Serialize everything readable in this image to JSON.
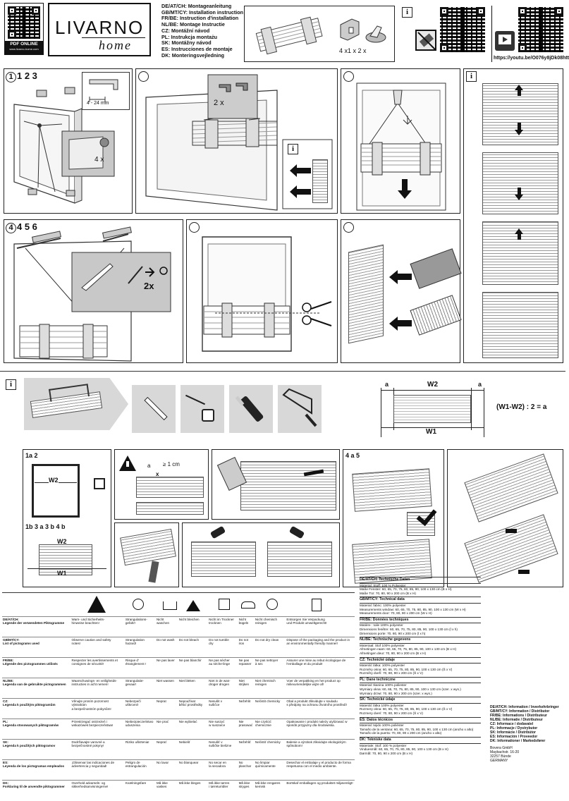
{
  "header": {
    "qr_caption": "PDF ONLINE",
    "qr_url": "www.livarno-home.com",
    "brand_top": "LIVARNO",
    "brand_bottom": "home",
    "languages": [
      "DE/AT/CH: Montageanleitung",
      "GB/MT/CY: Installation instruction",
      "FR/BE: Instruction d'installation",
      "NL/BE: Montage Instructie",
      "CZ: Montážní návod",
      "PL: Instrukcja montażu",
      "SK: Montážny návod",
      "ES: Instrucciones de montaje",
      "DK: Monteringsvejledning"
    ],
    "parts_count": "4 x1 x 2 x",
    "info_mark": "i",
    "youtube_url": "https://youtu.be/O076y8jDk08htt"
  },
  "steps": {
    "step1_label": "1 2 3",
    "dim_label": "4 - 24 mm",
    "count_4x": "4 x",
    "count_2x_a": "2 x",
    "step2_label": "4 5 6",
    "count_2x_b": "2x"
  },
  "measure": {
    "a_left": "a",
    "w2": "W2",
    "a_right": "a",
    "w1": "W1",
    "formula": "(W1-W2) : 2 = a"
  },
  "lower_steps": {
    "s1": "1a 2",
    "w2_label": "W2",
    "s2": "1b 3 a 3 b 4 b",
    "w2b": "W2",
    "w1b": "W1",
    "gap": "≥ 1 cm",
    "a_mark": "a",
    "x_mark": "x",
    "s3": "4 a 5"
  },
  "legend": {
    "rows": [
      {
        "label": "DE/AT/CH:\nLegende der verwendeten Piktogramme",
        "cells": [
          "Warn- und Sicherheits-\nhinweise beachten!",
          "Strangulations-\ngefahr!",
          "Nicht waschen",
          "Nicht bleichen",
          "Nicht im Trockner\ntrocknen",
          "Nicht\nbügeln",
          "Nicht chemisch\nreinigen",
          "Entsorgen Sie Verpackung\nund Produkt umweltgerecht!"
        ]
      },
      {
        "label": "GB/MT/CY:\nList of pictograms used",
        "cells": [
          "Observe caution and safety\nnotes!",
          "Strangulation\nhazard!",
          "Do not wash",
          "Do not bleach",
          "Do not tumble\ndry",
          "Do not iron",
          "Do not dry clean",
          "Dispose of the packaging and the product in\nan environmentally friendly manner!"
        ]
      },
      {
        "label": "FR/BE:\nLégende des pictogrammes utilisés",
        "cells": [
          "Respecter les avertissements et\nconsignes de sécurité!",
          "Risque d'\nétranglement !",
          "Ne pas laver",
          "Ne pas blanchir",
          "Ne pas sécher\nau sèche-linge",
          "Ne pas\nrepasser",
          "Ne pas nettoyer\nà sec",
          "Assurer une mise au rebut écologique de\nl'emballage et du produit!"
        ]
      },
      {
        "label": "NL/BE:\nLegenda van de gebruikte pictogrammen",
        "cells": [
          "Waarschuwings- en veiligheids-\ninstructies in acht nemen!",
          "Strangulatie-\ngevaar!",
          "Niet wassen",
          "Niet bleken",
          "Niet in de was-\ndroger drogen",
          "Niet\nstrijken",
          "Niet chemisch\nreinigen",
          "Voer de verpakking en het product op\nmilieuvriendelijke wijze af!"
        ]
      },
      {
        "label": "CZ:\nLegenda k použitým piktogramům",
        "cells": [
          "Věnujte prosím pozornost výstrahám\na bezpečnostním pokynům!",
          "Nebezpečí\nuškrcení!",
          "Neprat",
          "Nepoužívat\nbělicí prostředky",
          "Nesušit v\nsušičce",
          "Nežehlit",
          "Nečistit chemicky",
          "Obal a produkt zlikvidujte v souladu\ns předpisy na ochranu životního prostředí!"
        ]
      },
      {
        "label": "PL:\nLegenda stosowanych piktogramów",
        "cells": [
          "Przestrzegać ostrzeżeń i\nwskazówek bezpieczeństwa!",
          "Niebezpieczeństwo\nuduszenia",
          "Nie prać",
          "Nie wybielać",
          "Nie suszyć\nw suszarce",
          "Nie\nprasować",
          "Nie czyścić\nchemicznie",
          "Opakowanie i produkt należy utylizować w\nsposób przyjazny dla środowiska."
        ]
      },
      {
        "label": "SK:\nLegenda k použitých piktogramov",
        "cells": [
          "Dodržiavajte varovné a\nbezpečnostné pokyny!",
          "Riziko uškrtenia!",
          "Neprať",
          "Nebieliť",
          "Nesušiť v\nsušičke bielizne",
          "Nežehliť",
          "Nečistiť chemicky",
          "Balenie a výrobok zlikvidujte ekologickým\nspôsobom!"
        ]
      },
      {
        "label": "ES:\nLeyenda de los pictogramas empleados",
        "cells": [
          "¡Observar las indicaciones de\nadvertencia y seguridad!",
          "Peligro de\nestrangulación",
          "No lavar",
          "No blanquear",
          "No secar en\nla secadora",
          "No\nplanchar",
          "No limpiar\nquímicamente",
          "Desechar el embalaje y el producto de forma\nrespetuosa con el medio ambiente."
        ]
      },
      {
        "label": "DK:\nForklaring til de anvendte piktogrammer",
        "cells": [
          "Overhold advarsels- og\nsikkerhedsanvisningerne!",
          "Kvælningsfare",
          "Må ikke\nvaskes",
          "Må ikke bleges",
          "Må ikke tørres\ni tørretumbler",
          "Må ikke\nstryges",
          "Må ikke rengøres\nkemisk",
          "Bortskaf emballagen og produktet miljøvenligt!"
        ]
      }
    ]
  },
  "specs": [
    {
      "h": "DE/AT/CH: Technische Daten",
      "lines": [
        "Material: Stoff: 100 % Polyester",
        "Maße Fenster: 60, 65, 70, 75, 80, 85, 90, 100 x 130 cm (B x H)",
        "Maße Tür: 70, 80, 90 x 200 cm (B x H)"
      ]
    },
    {
      "h": "GB/MT/CY: Technical data",
      "lines": [
        "Material: fabric: 100% polyester",
        "Measurements window: 60, 65, 70, 75, 80, 85, 90, 100 x 130 cm (W x H)",
        "Measurements door: 70, 80, 90 x 200 cm (W x H)"
      ]
    },
    {
      "h": "FR/BE: Données techniques",
      "lines": [
        "Matière : toile 100% polyester",
        "Dimensions fenêtre: 60, 65, 70, 75, 80, 85, 90, 100 x 130 cm (l x h)",
        "Dimensions porte: 70, 80, 90 x 200 cm (l x h)"
      ]
    },
    {
      "h": "NL/BE: Technische gegevens",
      "lines": [
        "Materiaal: Stof 100% polyester",
        "Afmetingen raam: 60, 65, 70, 75, 80, 85, 90, 100 x 130 cm (B x H)",
        "Afmetingen deur: 70, 80, 90 x 200 cm (B x H)"
      ]
    },
    {
      "h": "CZ: Technické údaje",
      "lines": [
        "Materiál: látka: 100% polyester",
        "Rozměry okna: 60, 65, 70, 75, 80, 85, 90, 100 x 130 cm (Š x V)",
        "Rozměry dveří: 70, 80, 90 x 200 cm (Š x V)"
      ]
    },
    {
      "h": "PL: Dane techniczne",
      "lines": [
        "Materiał: tkanina 100% poliester",
        "Wymiary okna: 60, 65, 70, 75, 80, 85, 90, 100 x 130 cm (szer. x wys.)",
        "Wymiary drzwi: 70, 80, 90 x 200 cm (szer. x wys.)"
      ]
    },
    {
      "h": "SK: Technické údaje",
      "lines": [
        "Materiál: látka 100% polyester",
        "Rozmery okna: 60, 65, 70, 75, 80, 85, 90, 100 x 130 cm (Š x V)",
        "Rozmery dverí: 70, 80, 90 x 200 cm (Š x V)"
      ]
    },
    {
      "h": "ES: Datos técnicos",
      "lines": [
        "Material: tejido 100% poliéster",
        "Tamaño de la ventana: 60, 65, 70, 75, 80, 85, 90, 100 x 130 cm (ancho x alto)",
        "Tamaño de la puerta: 70, 80, 90 x 200 cm (ancho x alto)"
      ]
    },
    {
      "h": "DK: Tekniske data",
      "lines": [
        "Materiale: Stof: 100 % polyester",
        "Vinduesmål: 60, 65, 70, 75, 80, 85, 90, 100 x 130 cm (B x H)",
        "Dørmål: 70, 80, 90 x 200 cm (B x H)"
      ]
    }
  ],
  "footer_right": {
    "lines": [
      "DE/AT/CH: Information / Inverkehrbringer",
      "GB/MT/CY: Information / Distributor",
      "FR/BE: Informations / Distributeur",
      "NL/BE: Informatie / Distributeur",
      "CZ: Informace / dodavatel",
      "PL: Informacje / Dystrybutor",
      "SK: Informácie / Distribútor",
      "ES: Información / Proveedor",
      "DK: Informationer / Markedsfører"
    ],
    "address": [
      "Bovera GmbH",
      "Maybachstr. 16-20",
      "32257 Bünde",
      "GERMANY"
    ]
  }
}
